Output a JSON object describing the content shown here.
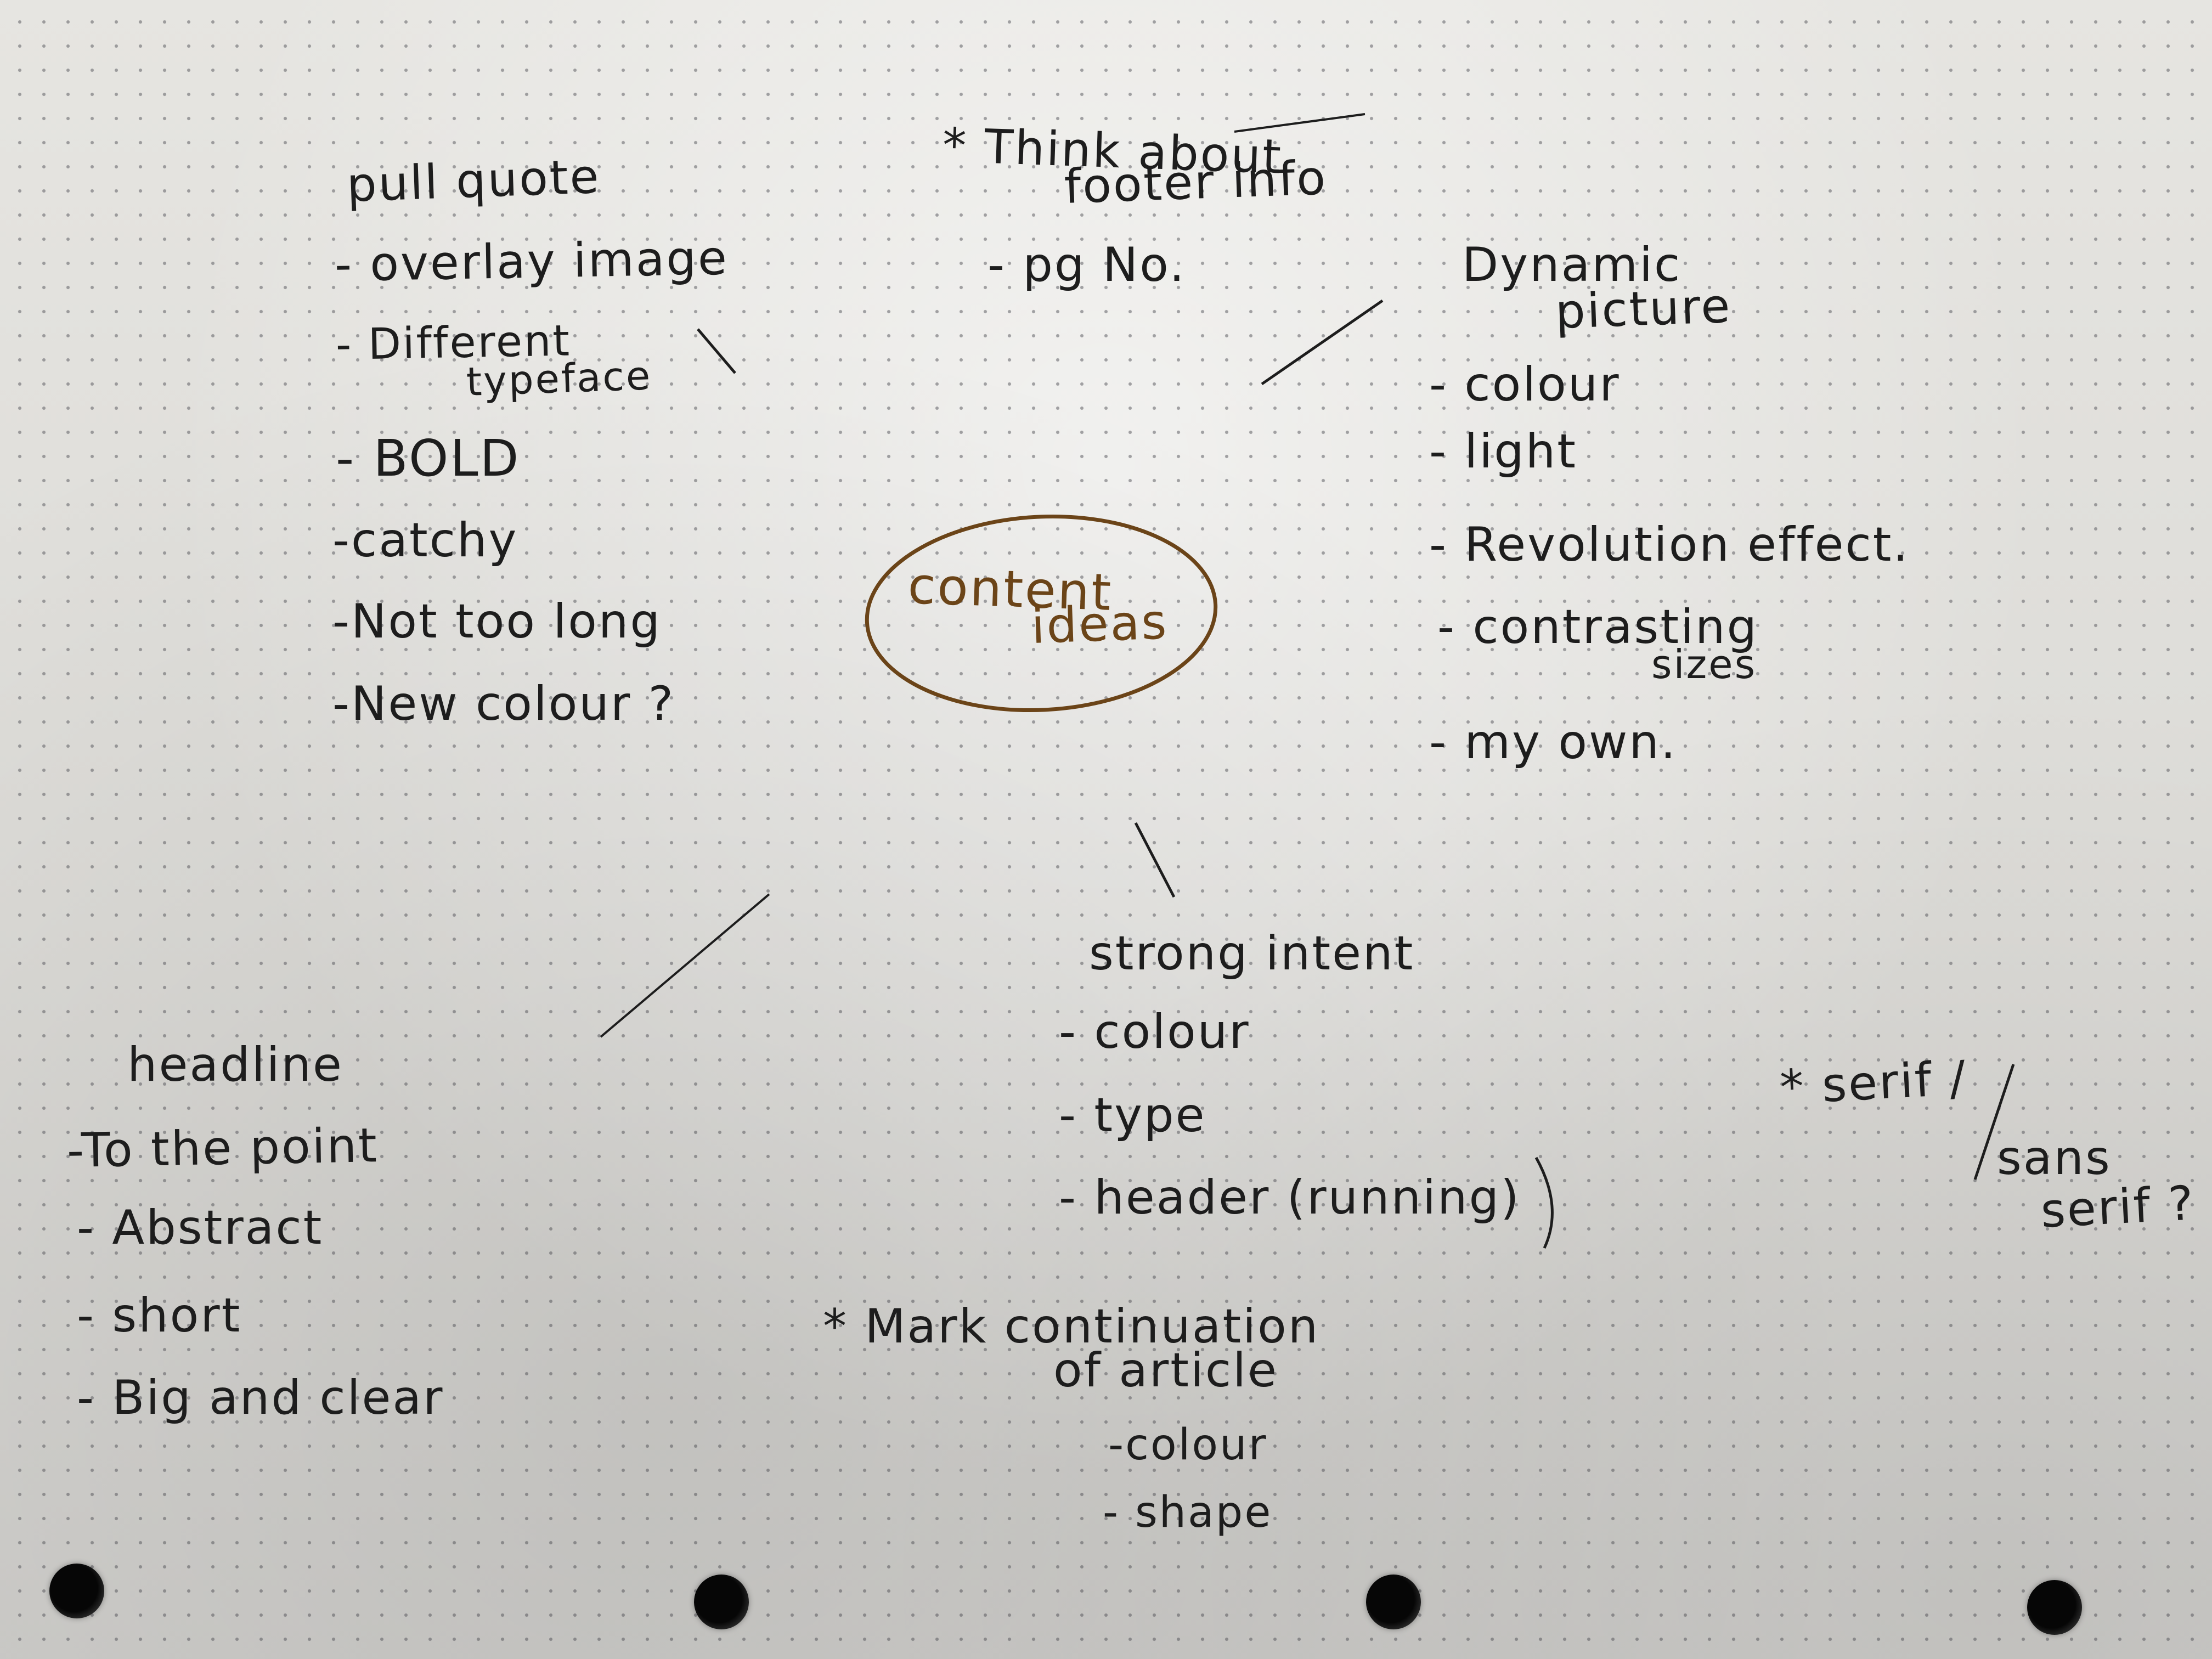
{
  "center": {
    "line1": "content",
    "line2": "ideas"
  },
  "pull_quote": {
    "title": "pull quote",
    "items": [
      "- overlay image",
      "- Different",
      "typeface",
      "- BOLD",
      "-catchy",
      "-Not too long",
      "-New colour ?"
    ]
  },
  "footer": {
    "line1": "* Think about",
    "line2": "footer info",
    "item": "- pg No."
  },
  "dynamic": {
    "title_line1": "Dynamic",
    "title_line2": "picture",
    "items": [
      "- colour",
      "- light",
      "- Revolution effect.",
      "- contrasting",
      "sizes",
      "- my own."
    ]
  },
  "strong": {
    "title": "strong intent",
    "items": [
      "- colour",
      "- type",
      "- header (running)"
    ]
  },
  "headline": {
    "title": "headline",
    "items": [
      "-To the point",
      "- Abstract",
      "- short",
      "- Big and clear"
    ]
  },
  "serif": {
    "line1": "* serif /",
    "line2": "sans",
    "line3": "serif ?"
  },
  "continuation": {
    "line1": "* Mark continuation",
    "line2": "of article",
    "items": [
      "-colour",
      "- shape"
    ]
  },
  "colors": {
    "ink": "#1d1d1d",
    "center_ink": "#6b4418",
    "paper": "#dddcd8",
    "dots": "#5f5f64"
  }
}
